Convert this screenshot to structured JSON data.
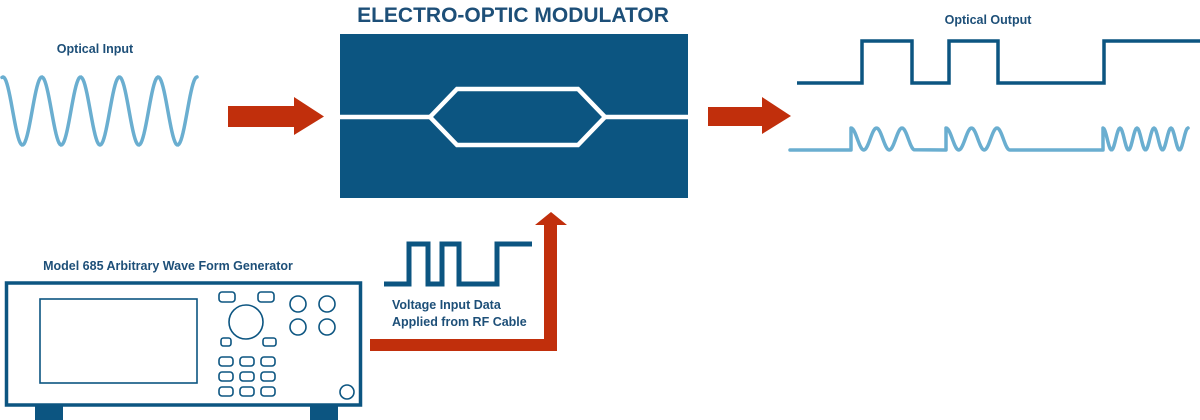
{
  "diagram": {
    "title": "ELECTRO-OPTIC MODULATOR",
    "optical_input_label": "Optical Input",
    "optical_output_label": "Optical Output",
    "generator_label": "Model 685 Arbitrary Wave Form Generator",
    "voltage_label_line1": "Voltage Input Data",
    "voltage_label_line2": "Applied from RF Cable"
  },
  "colors": {
    "modulator": "#0c5581",
    "waveguide": "#ffffff",
    "optical_wave": "#6aaed0",
    "digital_signal": "#0c5581",
    "arrow": "#c12f0c",
    "instrument": "#0c5581",
    "text": "#1d4f78"
  },
  "signals": {
    "output_bits": [
      0,
      1,
      0,
      1,
      0,
      1
    ],
    "voltage_bits": [
      0,
      1,
      0,
      1,
      0,
      1
    ]
  },
  "components": [
    {
      "id": "optical-input",
      "label": "Optical Input"
    },
    {
      "id": "modulator",
      "label": "ELECTRO-OPTIC MODULATOR"
    },
    {
      "id": "optical-output",
      "label": "Optical Output"
    },
    {
      "id": "generator",
      "label": "Model 685 Arbitrary Wave Form Generator"
    }
  ],
  "connections": [
    {
      "from": "optical-input",
      "to": "modulator"
    },
    {
      "from": "modulator",
      "to": "optical-output"
    },
    {
      "from": "generator",
      "to": "modulator",
      "label": "Voltage Input Data Applied from RF Cable"
    }
  ]
}
